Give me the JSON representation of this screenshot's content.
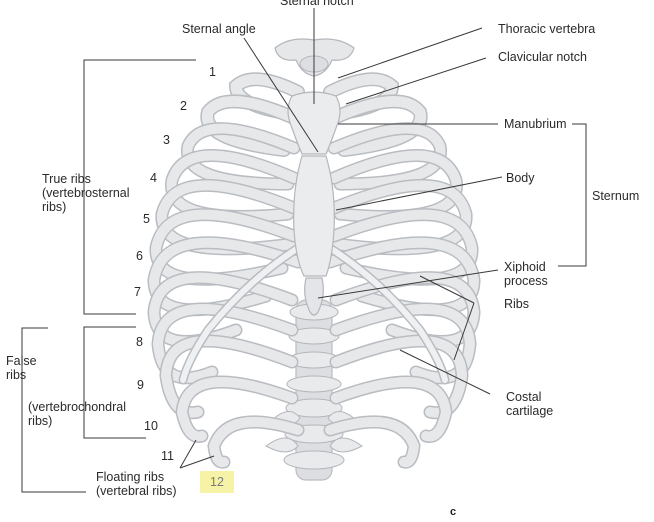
{
  "labels": {
    "sternal_notch": "Sternal notch",
    "sternal_angle": "Sternal angle",
    "thoracic_vertebra": "Thoracic vertebra",
    "clavicular_notch": "Clavicular notch",
    "manubrium": "Manubrium",
    "body": "Body",
    "sternum": "Sternum",
    "xiphoid_process": "Xiphoid\nprocess",
    "ribs": "Ribs",
    "costal_cartilage": "Costal\ncartilage",
    "true_ribs": "True ribs\n(vertebrosternal\nribs)",
    "false_ribs": "False\nribs",
    "vertebrochondral_ribs": "(vertebrochondral\nribs)",
    "floating_ribs": "Floating ribs\n(vertebral ribs)",
    "figure_letter": "c"
  },
  "rib_numbers": [
    "1",
    "2",
    "3",
    "4",
    "5",
    "6",
    "7",
    "8",
    "9",
    "10",
    "11",
    "12"
  ],
  "colors": {
    "bone": "#e7e8ea",
    "bone_edge": "#b9bcc1",
    "line": "#3a3a3a",
    "highlight": "#f7f3a6"
  }
}
